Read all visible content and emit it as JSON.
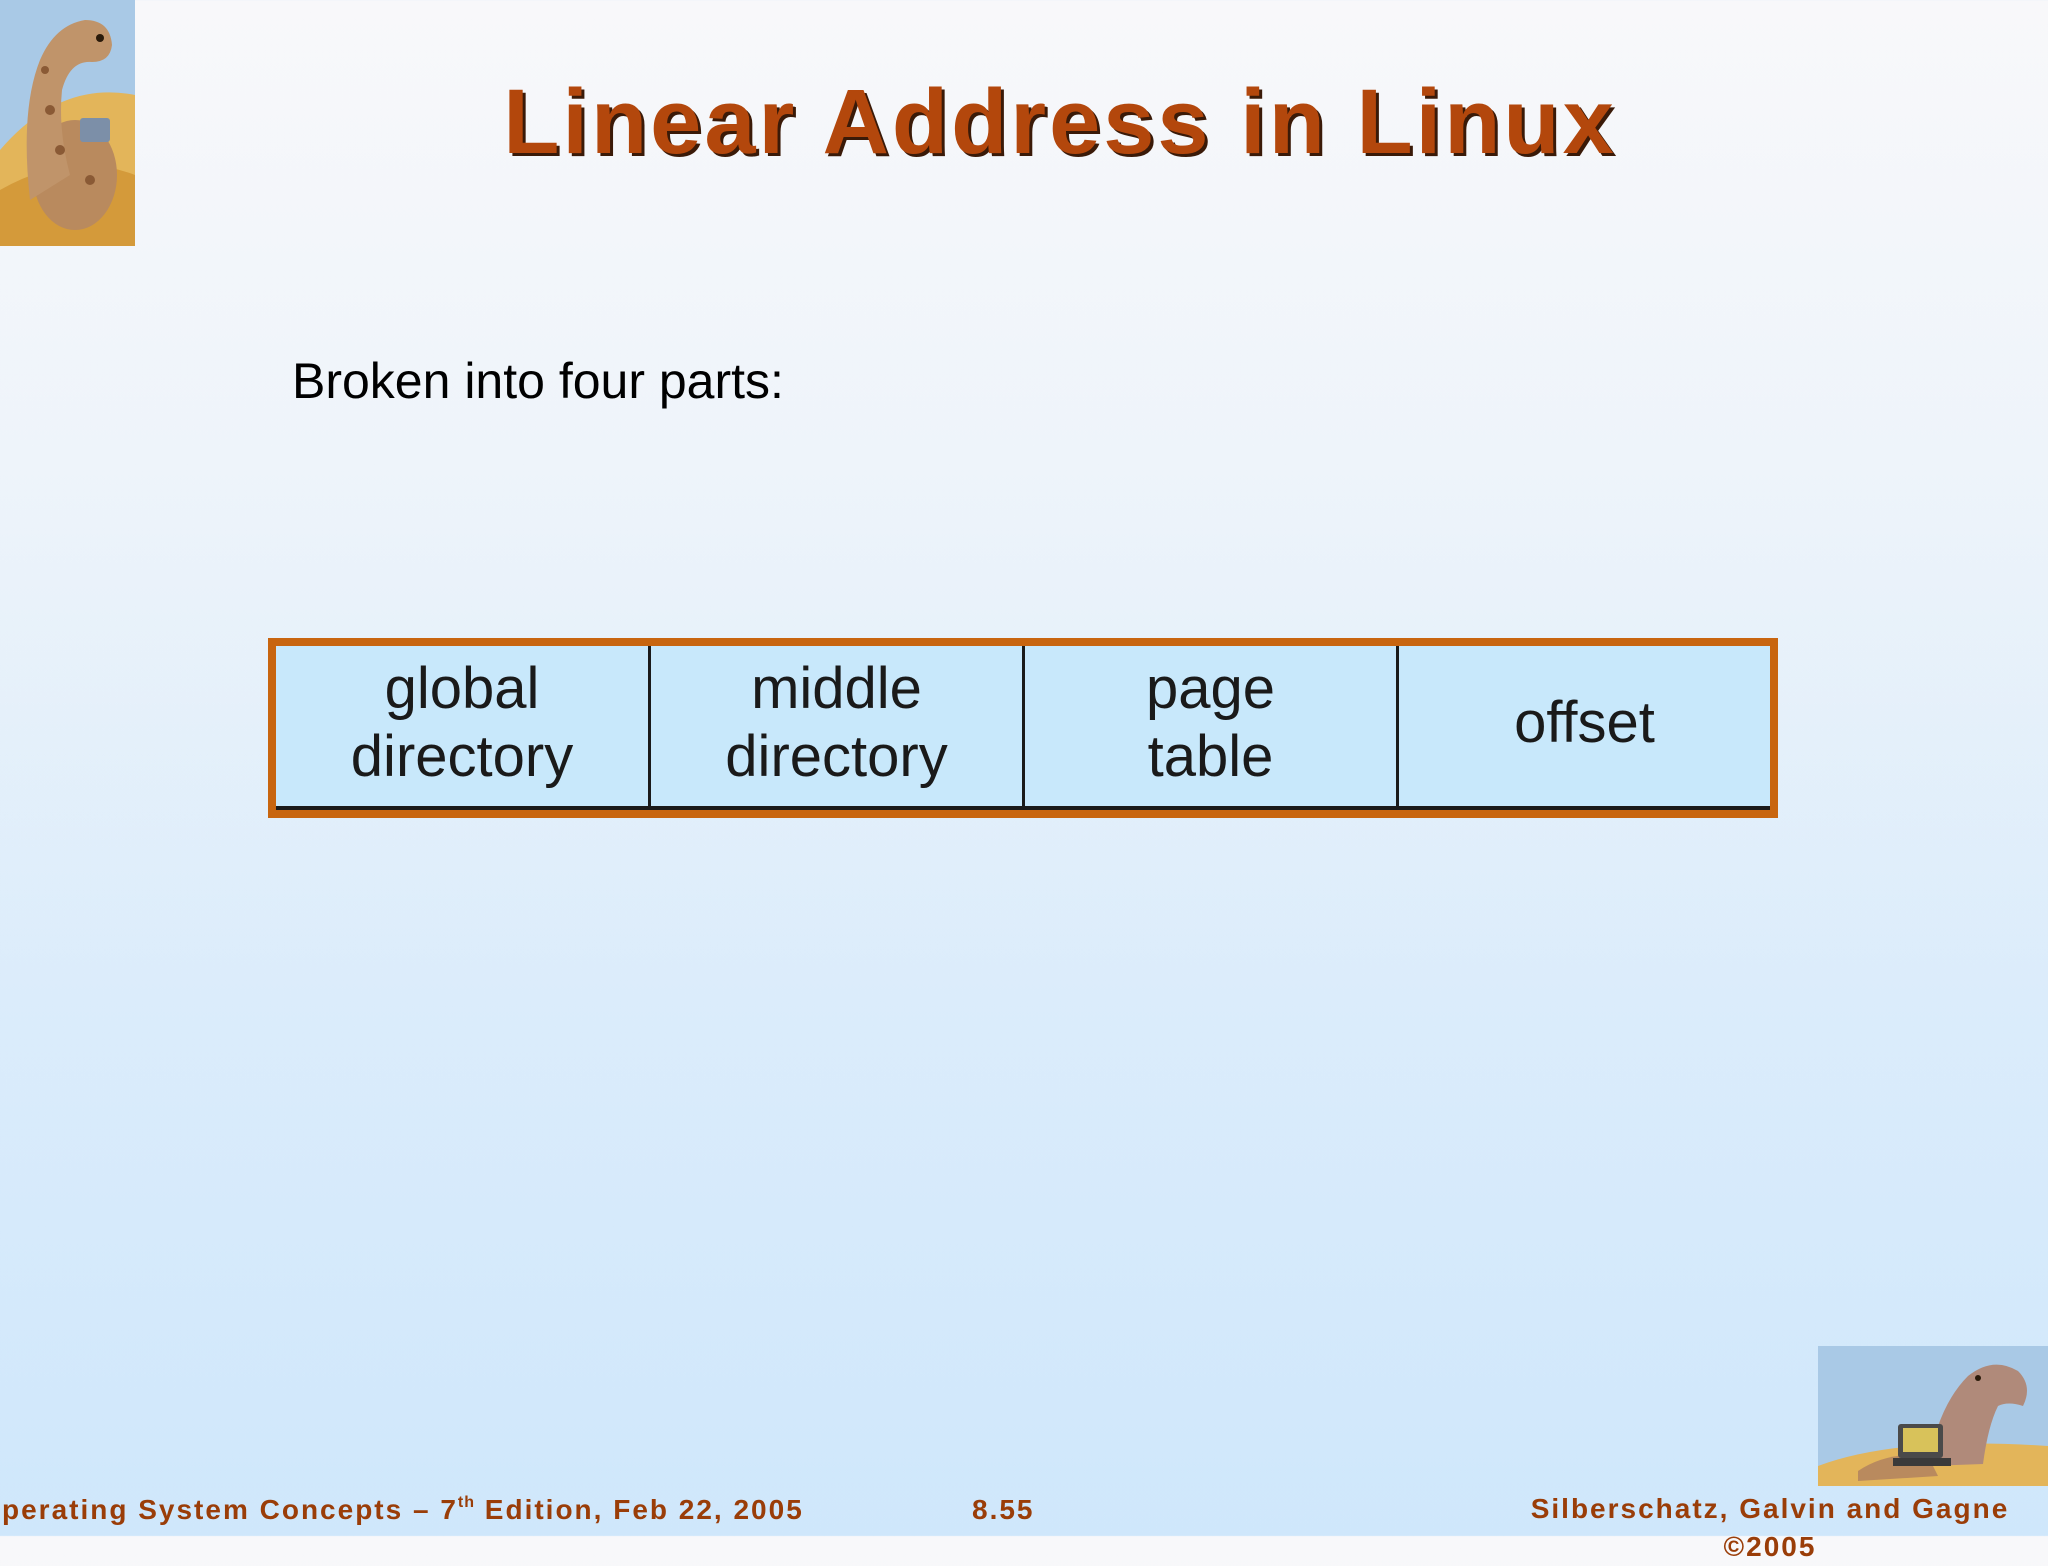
{
  "slide": {
    "title": "Linear Address in Linux",
    "body_text": "Broken into four parts:",
    "address_parts": [
      {
        "label": "global\ndirectory"
      },
      {
        "label": "middle\ndirectory"
      },
      {
        "label": "page\ntable"
      },
      {
        "label": "offset"
      }
    ]
  },
  "footer": {
    "left_prefix": "perating System Concepts – 7",
    "left_superscript": "th",
    "left_suffix": " Edition, Feb 22, 2005",
    "page_number": "8.55",
    "authors": "Silberschatz, Galvin and Gagne",
    "copyright": "©2005"
  },
  "colors": {
    "title": "#b3470c",
    "box_border": "#c8650f",
    "box_fill": "#c8e8fb",
    "footer_text": "#9a3d08"
  },
  "icons": [
    "dinosaur-illustration-top-left",
    "dinosaur-laptop-illustration-bottom-right"
  ]
}
